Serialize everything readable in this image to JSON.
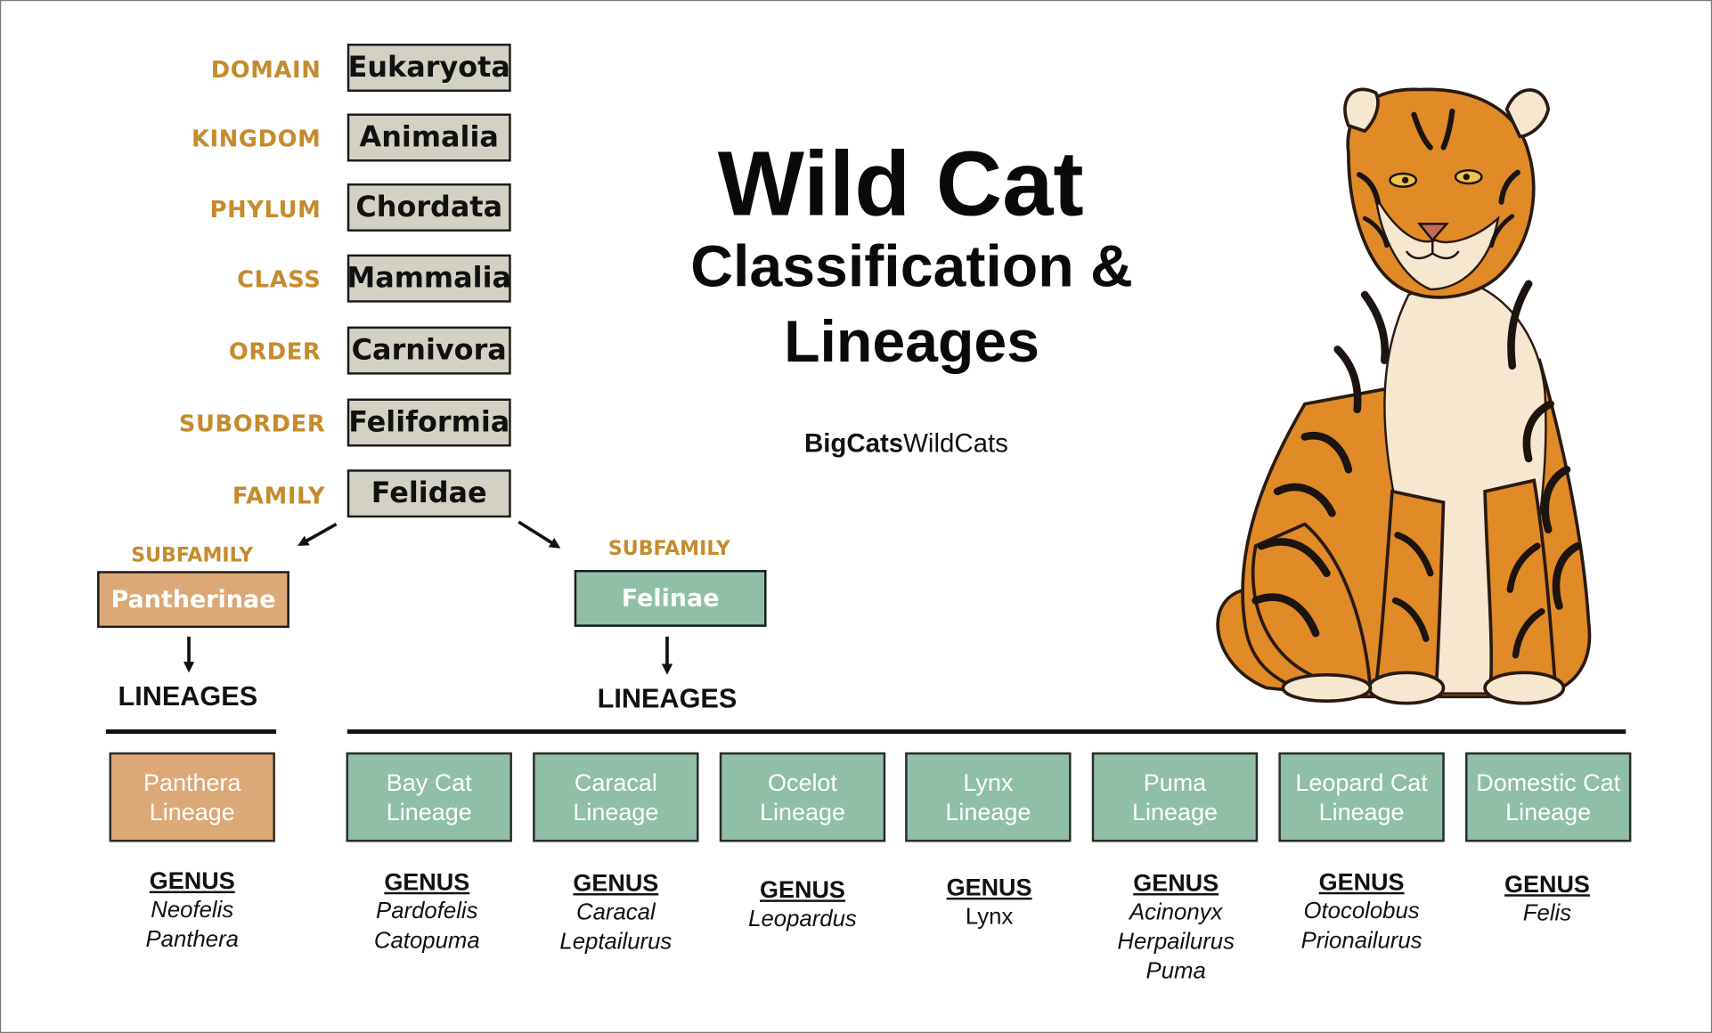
{
  "title": {
    "line1": "Wild Cat",
    "line2": "Classification &",
    "line3": "Lineages"
  },
  "brand": {
    "bold": "BigCats",
    "regular": "WildCats"
  },
  "ranks": [
    {
      "label": "DOMAIN",
      "value": "Eukaryota"
    },
    {
      "label": "KINGDOM",
      "value": "Animalia"
    },
    {
      "label": "PHYLUM",
      "value": "Chordata"
    },
    {
      "label": "CLASS",
      "value": "Mammalia"
    },
    {
      "label": "ORDER",
      "value": "Carnivora"
    },
    {
      "label": "SUBORDER",
      "value": "Feliformia"
    },
    {
      "label": "FAMILY",
      "value": "Felidae"
    }
  ],
  "subfamilies": [
    {
      "label": "SUBFAMILY",
      "name": "Pantherinae",
      "lineages_heading": "LINEAGES"
    },
    {
      "label": "SUBFAMILY",
      "name": "Felinae",
      "lineages_heading": "LINEAGES"
    }
  ],
  "lineages": [
    {
      "line1": "Panthera",
      "line2": "Lineage",
      "genus_heading": "GENUS",
      "genera": [
        "Neofelis",
        "Panthera"
      ]
    },
    {
      "line1": "Bay Cat",
      "line2": "Lineage",
      "genus_heading": "GENUS",
      "genera": [
        "Pardofelis",
        "Catopuma"
      ]
    },
    {
      "line1": "Caracal",
      "line2": "Lineage",
      "genus_heading": "GENUS",
      "genera": [
        "Caracal",
        "Leptailurus"
      ]
    },
    {
      "line1": "Ocelot",
      "line2": "Lineage",
      "genus_heading": "GENUS",
      "genera": [
        "Leopardus"
      ]
    },
    {
      "line1": "Lynx",
      "line2": "Lineage",
      "genus_heading": "GENUS",
      "genera": [
        "Lynx"
      ]
    },
    {
      "line1": "Puma",
      "line2": "Lineage",
      "genus_heading": "GENUS",
      "genera": [
        "Acinonyx",
        "Herpailurus",
        "Puma"
      ]
    },
    {
      "line1": "Leopard Cat",
      "line2": "Lineage",
      "genus_heading": "GENUS",
      "genera": [
        "Otocolobus",
        "Prionailurus"
      ]
    },
    {
      "line1": "Domestic Cat",
      "line2": "Lineage",
      "genus_heading": "GENUS",
      "genera": [
        "Felis"
      ]
    }
  ],
  "colors": {
    "rank_label": "#c58b2c",
    "rank_box": "#d3d1c4",
    "pantherinae": "#dca876",
    "felinae": "#8fbfa7",
    "tiger_orange": "#e08a28"
  },
  "icons": {
    "illustration": "tiger-illustration-icon"
  }
}
